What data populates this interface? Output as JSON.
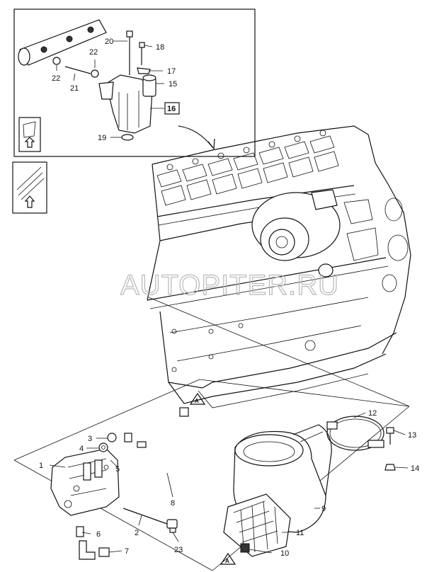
{
  "watermark": "AUTOPITER.RU",
  "callouts": {
    "c1": "1",
    "c2": "2",
    "c3": "3",
    "c4": "4",
    "c5": "5",
    "c6": "6",
    "c7": "7",
    "c8": "8",
    "c9": "9",
    "c10": "10",
    "c11": "11",
    "c12": "12",
    "c13": "13",
    "c14": "14",
    "c15": "15",
    "c16": "16",
    "c17": "17",
    "c18": "18",
    "c19": "19",
    "c20": "20",
    "c21": "21",
    "c22a": "22",
    "c22b": "22",
    "c23": "23"
  },
  "warning_symbols": {
    "top": "A",
    "bottom": "A"
  },
  "icons": [
    "arrow-up-icon",
    "warning-triangle-icon",
    "view-direction-arrow-icon"
  ]
}
